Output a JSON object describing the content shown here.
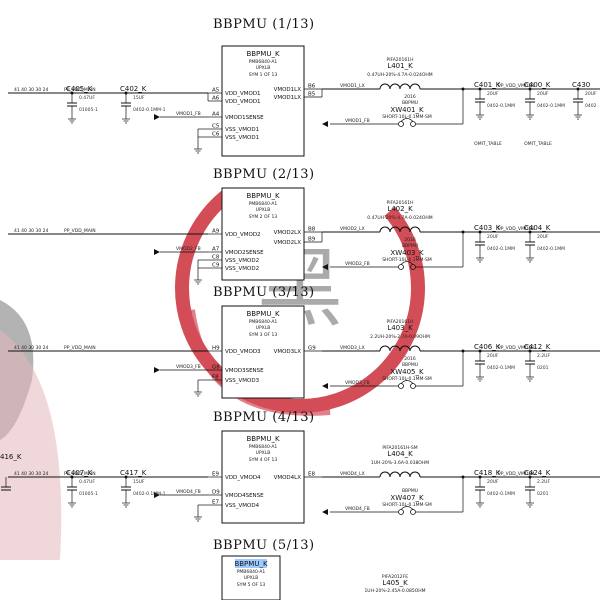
{
  "colors": {
    "stamp": "#cc2e3a",
    "ink": "#111111",
    "highlight": "#9ecbff",
    "grey_blob": "#9a9a9a"
  },
  "watermark": {
    "description_icon": "stamp-seal-icon",
    "glyph": "黑"
  },
  "sections": [
    {
      "title": "BBPMU (1/13)",
      "chip": {
        "name": "BBPMU_K",
        "part": "PMB6840-A1",
        "pkg": "UPXLB",
        "sym": "SYM 1 OF 13",
        "left_pins": [
          {
            "no": "A5",
            "name": "VDD_VMOD1"
          },
          {
            "no": "A6",
            "name": "VDD_VMOD1"
          },
          {
            "no": "A4",
            "name": "VMOD1SENSE"
          },
          {
            "no": "C5",
            "name": "VSS_VMOD1"
          },
          {
            "no": "C6",
            "name": "VSS_VMOD1"
          }
        ],
        "right_pins": [
          {
            "no": "B6",
            "name": "VMOD1LX"
          },
          {
            "no": "B5",
            "name": "VMOD1LX"
          }
        ]
      },
      "left_net": "PP_VDD_MAIN",
      "sense_net": "VMOD1_FB",
      "lx_net": "VMOD1_LX",
      "out_net": "PP_VDD_VMOD1",
      "inductor": {
        "pn": "PIFA20161H",
        "ref": "L401_K",
        "val": "0.47UH-20%-4.7A-0.024OHM",
        "pkg": "2016",
        "note": "BBPMU"
      },
      "xw": {
        "ref": "XW401_K",
        "val": "SHORT-10L-0.1MM-SM"
      },
      "left_caps": [
        {
          "ref": "C405_K",
          "val": "0.47UF",
          "bom": "01005-1"
        },
        {
          "ref": "C402_K",
          "val": "15UF",
          "bom": "0402-0.1MM-1"
        }
      ],
      "right_caps": [
        {
          "ref": "C401_K",
          "val": "20UF",
          "bom": "0402-0.1MM"
        },
        {
          "ref": "C400_K",
          "val": "20UF",
          "bom": "0402-0.1MM"
        },
        {
          "ref": "C430",
          "val": "20UF",
          "bom": "0402"
        }
      ],
      "right_notes": [
        "OMIT_TABLE",
        "OMIT_TABLE"
      ]
    },
    {
      "title": "BBPMU (2/13)",
      "chip": {
        "name": "BBPMU_K",
        "part": "PMB6840-A1",
        "pkg": "UPXLB",
        "sym": "SYM 2 OF 13",
        "left_pins": [
          {
            "no": "A9",
            "name": "VDD_VMOD2"
          },
          {
            "no": "A7",
            "name": "VMOD2SENSE"
          },
          {
            "no": "C8",
            "name": "VSS_VMOD2"
          },
          {
            "no": "C9",
            "name": "VSS_VMOD2"
          }
        ],
        "right_pins": [
          {
            "no": "B8",
            "name": "VMOD2LX"
          },
          {
            "no": "B9",
            "name": "VMOD2LX"
          }
        ]
      },
      "left_net": "PP_VDD_MAIN",
      "sense_net": "VMOD2_FB",
      "lx_net": "VMOD2_LX",
      "out_net": "PP_VDD_VMOD2",
      "inductor": {
        "pn": "PIFA20161H",
        "ref": "L402_K",
        "val": "0.47UH-20%-4.7A-0.024OHM",
        "pkg": "2016",
        "note": "BBPMU"
      },
      "xw": {
        "ref": "XW403_K",
        "val": "SHORT-10L-0.1MM-SM"
      },
      "left_caps": [],
      "right_caps": [
        {
          "ref": "C403_K",
          "val": "20UF",
          "bom": "0402-0.1MM"
        },
        {
          "ref": "C404_K",
          "val": "20UF",
          "bom": "0402-0.1MM"
        }
      ],
      "right_notes": []
    },
    {
      "title": "BBPMU (3/13)",
      "chip": {
        "name": "BBPMU_K",
        "part": "PMB6840-A1",
        "pkg": "UPXLB",
        "sym": "SYM 3 OF 13",
        "left_pins": [
          {
            "no": "H9",
            "name": "VDD_VMOD3"
          },
          {
            "no": "G8",
            "name": "VMOD3SENSE"
          },
          {
            "no": "F8",
            "name": "VSS_VMOD3"
          }
        ],
        "right_pins": [
          {
            "no": "G9",
            "name": "VMOD3LX"
          }
        ]
      },
      "left_net": "PP_VDD_MAIN",
      "sense_net": "VMOD3_FB",
      "lx_net": "VMOD3_LX",
      "out_net": "PP_VDD_VMOD3",
      "inductor": {
        "pn": "PIFA20161H",
        "ref": "L403_K",
        "val": "2.2UH-20%-2.7A-0.09OHM",
        "pkg": "2016",
        "note": "BBPMU"
      },
      "xw": {
        "ref": "XW405_K",
        "val": "SHORT-10L-0.1MM-SM"
      },
      "left_caps": [],
      "right_caps": [
        {
          "ref": "C406_K",
          "val": "20UF",
          "bom": "0402-0.1MM"
        },
        {
          "ref": "C412_K",
          "val": "2.2UF",
          "bom": "0201"
        }
      ],
      "right_notes": []
    },
    {
      "title": "BBPMU (4/13)",
      "chip": {
        "name": "BBPMU_K",
        "part": "PMB6840-A1",
        "pkg": "UPXLB",
        "sym": "SYM 4 OF 13",
        "left_pins": [
          {
            "no": "E9",
            "name": "VDD_VMOD4"
          },
          {
            "no": "D9",
            "name": "VMOD4SENSE"
          },
          {
            "no": "E7",
            "name": "VSS_VMOD4"
          }
        ],
        "right_pins": [
          {
            "no": "E8",
            "name": "VMOD4LX"
          }
        ]
      },
      "left_net": "PP_VDD_MAIN",
      "sense_net": "VMOD4_FB",
      "lx_net": "VMOD4_LX",
      "out_net": "PP_VDD_VMOD4",
      "inductor": {
        "pn": "PIFA20161H-SM",
        "ref": "L404_K",
        "val": "1UH-20%-3.6A-0.038OHM",
        "pkg": "",
        "note": "BBPMU"
      },
      "xw": {
        "ref": "XW407_K",
        "val": "SHORT-10L-0.1MM-SM"
      },
      "left_caps": [
        {
          "ref": "C407_K",
          "val": "0.47UF",
          "bom": "01005-1"
        },
        {
          "ref": "C417_K",
          "val": "15UF",
          "bom": "0402-0.1MM-1"
        }
      ],
      "right_caps": [
        {
          "ref": "C418_K",
          "val": "20UF",
          "bom": "0402-0.1MM"
        },
        {
          "ref": "C424_K",
          "val": "2.2UF",
          "bom": "0201"
        }
      ],
      "right_notes": [],
      "far_left_ref": "416_K"
    },
    {
      "title": "BBPMU (5/13)",
      "chip": {
        "name": "BBPMU_K",
        "part": "PMB6840-A1",
        "pkg": "UPXLB",
        "sym": "SYM 5 OF 13",
        "left_pins": [],
        "right_pins": []
      },
      "inductor": {
        "pn": "PIFA2012FE",
        "ref": "L405_K",
        "val": "1UH-20%-2.45A-0.085OHM",
        "pkg": "",
        "note": ""
      }
    }
  ],
  "pin_number_strip": "41 40 30 30 24"
}
